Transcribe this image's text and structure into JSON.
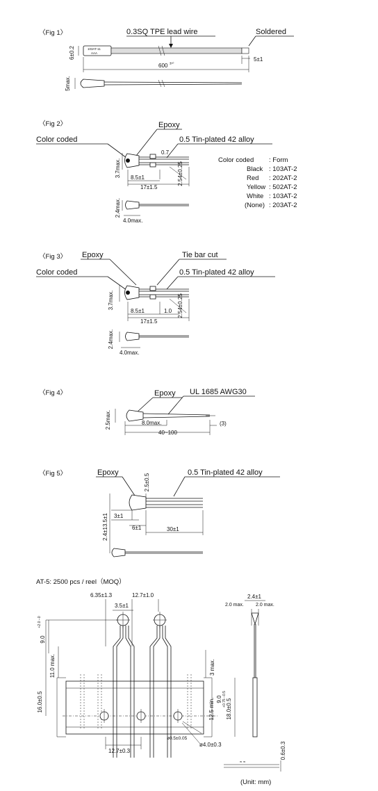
{
  "fig1": {
    "label": "〈Fig 1〉",
    "wire_label": "0.3SQ TPE lead wire",
    "soldered": "Soldered",
    "dim_thickness": "6±0.2",
    "dim_length": "600",
    "dim_length_tol": "±¹⁰",
    "dim_end": "5±1",
    "dim_max": "5max.",
    "body_text_1": "103AT-11",
    "body_text_2": "AAA"
  },
  "fig2": {
    "label": "〈Fig 2〉",
    "epoxy": "Epoxy",
    "color_coded": "Color coded",
    "lead": "0.5 Tin-plated 42 alloy",
    "dim_07": "0.7",
    "dim_37": "3.7max.",
    "dim_85": "8.5±1",
    "dim_17": "17±1.5",
    "dim_254": "2.54±0.25",
    "dim_24": "2.4max.",
    "dim_40": "4.0max.",
    "legend": [
      {
        "k": "Color coded",
        "v": ": Form"
      },
      {
        "k": "Black",
        "v": ": 103AT-2"
      },
      {
        "k": "Red",
        "v": ": 202AT-2"
      },
      {
        "k": "Yellow",
        "v": ": 502AT-2"
      },
      {
        "k": "White",
        "v": ": 103AT-2"
      },
      {
        "k": "(None)",
        "v": ": 203AT-2"
      }
    ]
  },
  "fig3": {
    "label": "〈Fig 3〉",
    "epoxy": "Epoxy",
    "tie_bar": "Tie bar cut",
    "color_coded": "Color coded",
    "lead": "0.5 Tin-plated 42 alloy",
    "dim_37": "3.7max.",
    "dim_85": "8.5±1",
    "dim_10": "1.0",
    "dim_17": "17±1.5",
    "dim_254": "2.54±0.25",
    "dim_24": "2.4max.",
    "dim_40": "4.0max."
  },
  "fig4": {
    "label": "〈Fig 4〉",
    "epoxy": "Epoxy",
    "ul": "UL 1685 AWG30",
    "dim_25": "2.5max.",
    "dim_80": "8.0max.",
    "dim_3": "(3)",
    "dim_40100": "40~100"
  },
  "fig5": {
    "label": "〈Fig 5〉",
    "epoxy": "Epoxy",
    "lead": "0.5 Tin-plated 42 alloy",
    "dim_25": "2.5±0.5",
    "dim_3": "3±1",
    "dim_6": "6±1",
    "dim_30": "30±1",
    "dim_24": "2.4±13.5±1"
  },
  "reel": {
    "title": "AT-5: 2500 pcs / reel（MOQ）",
    "dim_635": "6.35±1.3",
    "dim_127a": "12.7±1.0",
    "dim_35": "3.5±1",
    "dim_90": "9.0",
    "dim_90_tol": "+2.0 −0",
    "dim_11": "11.0 max.",
    "dim_16": "16.0±0.5",
    "dim_3max": "3 max.",
    "dim_125": "12.5 min.",
    "dim_90b": "9.0",
    "dim_90b_tol": "+0.75 −0.5",
    "dim_18": "18.0±0.5",
    "dim_05": "ø0.5±0.05",
    "dim_40": "ø4.0±0.3",
    "dim_127b": "12.7±0.3",
    "dim_24": "2.4±1",
    "dim_20a": "2.0 max.",
    "dim_20b": "2.0 max.",
    "dim_06": "0.6±0.3",
    "unit": "(Unit: mm)"
  }
}
